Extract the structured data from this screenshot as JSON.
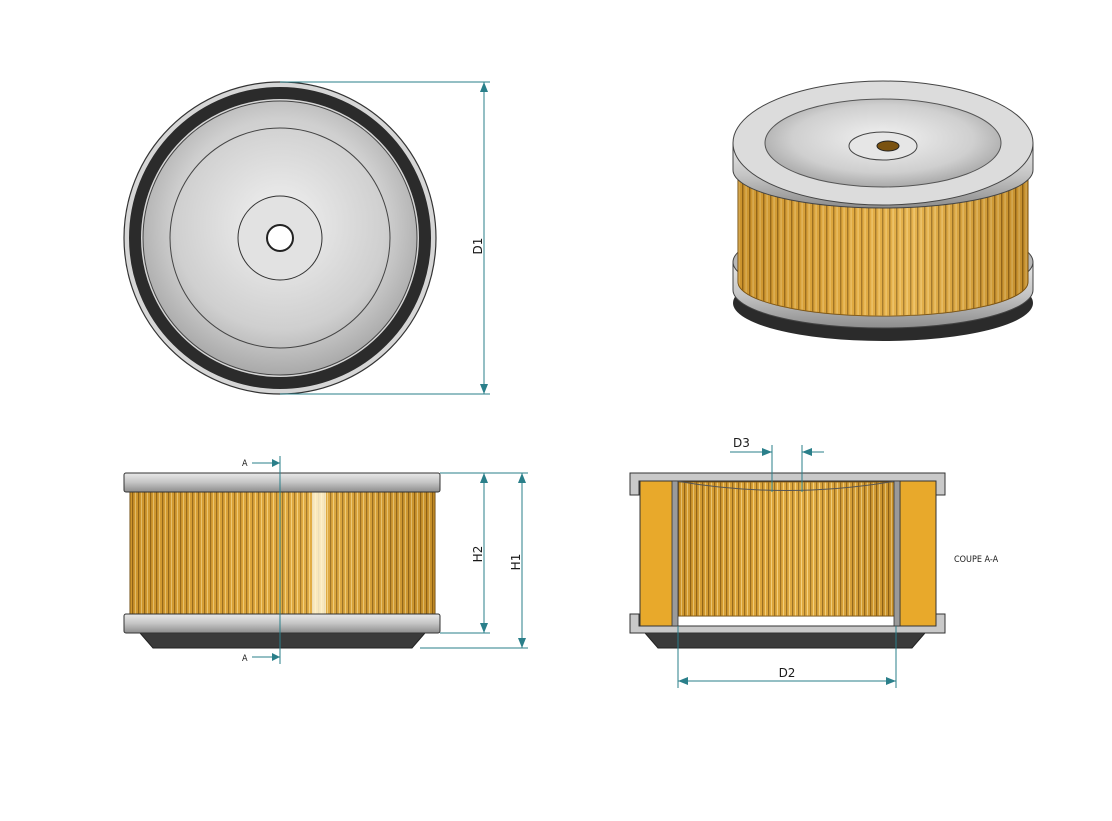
{
  "labels": {
    "d1": "D1",
    "d2": "D2",
    "d3": "D3",
    "h1": "H1",
    "h2": "H2",
    "section_mark_top": "A",
    "section_mark_bottom": "A",
    "section_caption": "COUPE A-A"
  },
  "colors": {
    "dimension_line": "#2a7f8a",
    "paper_media": "#d9a033",
    "paper_media_dark": "#9a6a15",
    "cap_metal": "#bdbdbd",
    "gasket": "#2b2b2b",
    "section_fill": "#e8a92b"
  }
}
